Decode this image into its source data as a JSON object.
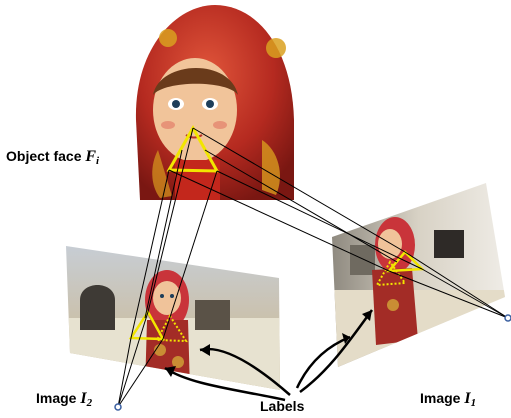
{
  "labels": {
    "object_face": {
      "text": "Object face",
      "symbol": "F",
      "subscript": "i"
    },
    "image_2": {
      "text": "Image",
      "symbol": "I",
      "subscript": "2"
    },
    "image_1": {
      "text": "Image",
      "symbol": "I",
      "subscript": "1"
    },
    "labels_caption": "Labels"
  },
  "colors": {
    "triangle": "#f2e600",
    "lines": "#000000",
    "doll_red": "#c8362a",
    "wall": "#c9c1b0"
  }
}
